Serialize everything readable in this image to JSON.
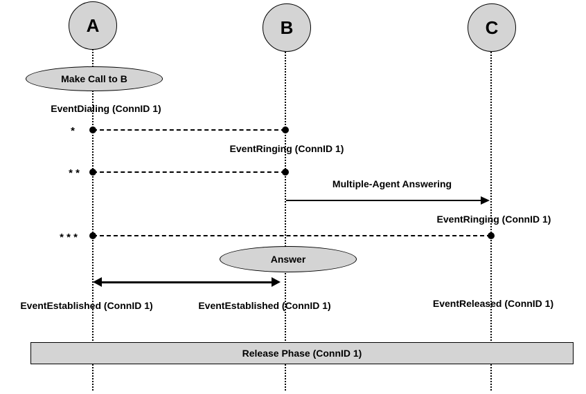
{
  "diagram": {
    "parties": {
      "a": "A",
      "b": "B",
      "c": "C"
    },
    "bubbles": {
      "make_call": "Make Call to B",
      "answer": "Answer"
    },
    "labels": {
      "event_dialing": "EventDialing (ConnID 1)",
      "event_ringing_ab": "EventRinging (ConnID 1)",
      "multiple_agent_answering": "Multiple-Agent Answering",
      "event_ringing_c": "EventRinging (ConnID 1)",
      "event_established_a": "EventEstablished (ConnID 1)",
      "event_established_b": "EventEstablished (ConnID 1)",
      "event_released_c": "EventReleased (ConnID 1)"
    },
    "markers": {
      "step1": "*",
      "step2": "* *",
      "step3": "* * *"
    },
    "release_bar": {
      "label": "Release Phase (ConnID 1)"
    },
    "colors": {
      "shape_fill": "#d4d4d4",
      "line": "#000000",
      "background": "#ffffff"
    }
  }
}
